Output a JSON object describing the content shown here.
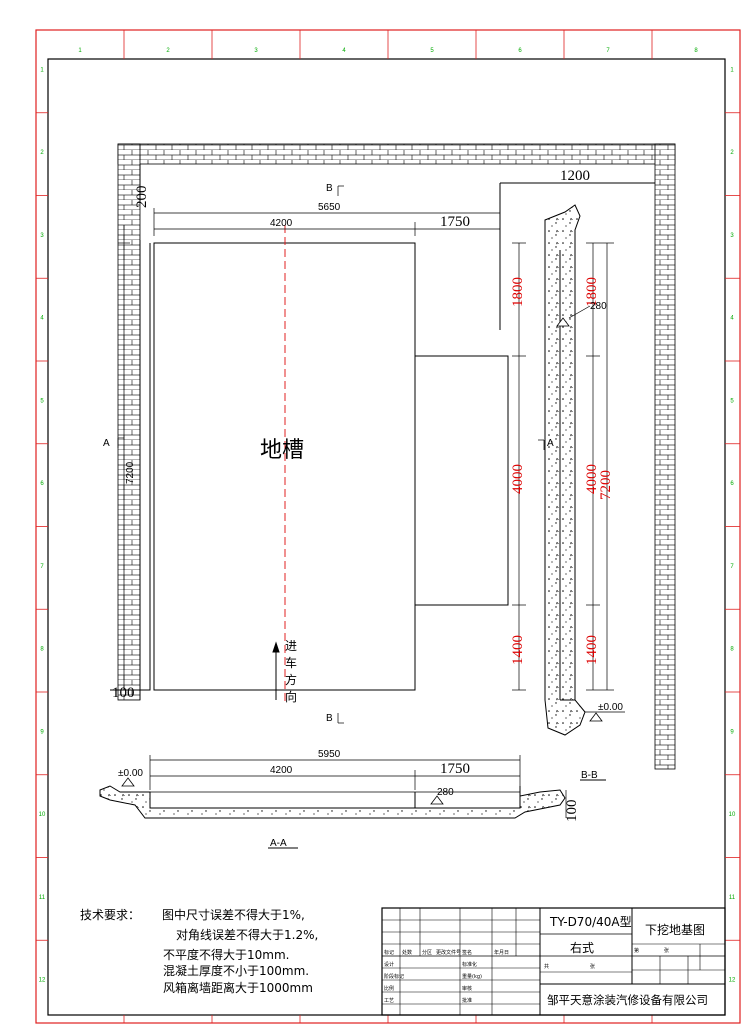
{
  "zone_numbers": {
    "top": [
      "1",
      "2",
      "3",
      "4",
      "5",
      "6",
      "7",
      "8"
    ],
    "side": [
      "1",
      "2",
      "3",
      "4",
      "5",
      "6",
      "7",
      "8",
      "9",
      "10",
      "11",
      "12"
    ]
  },
  "plan": {
    "pit_label": "地槽",
    "direction_label": [
      "进",
      "车",
      "方",
      "向"
    ],
    "section_mark_b": "B",
    "section_mark_a": "A",
    "dims_top": {
      "total": "5650",
      "pit_length": "4200",
      "rest": "1750",
      "wall_top": "200",
      "right_width": "1200",
      "left_height": "7200",
      "wall_left": "100"
    },
    "dims_right": {
      "top": "1800",
      "mid": "4000",
      "bottom": "1400",
      "total": "7200",
      "depth": "280",
      "level": "±0.00"
    }
  },
  "section_aa": {
    "title": "A-A",
    "total": "5950",
    "pit_length": "4200",
    "rest": "1750",
    "level": "±0.00",
    "depth": "280",
    "slab": "100"
  },
  "section_bb": {
    "title": "B-B"
  },
  "requirements": {
    "heading": "技术要求：",
    "lines": [
      "图中尺寸误差不得大于1%,",
      "对角线误差不得大于1.2%,",
      "不平度不得大于10mm.",
      "混凝土厚度不小于100mm.",
      "风箱离墙距离大于1000mm"
    ]
  },
  "title_block": {
    "model": "TY-D70/40A型",
    "variant": "右式",
    "drawing_name": "下挖地基图",
    "company": "邹平天意涂装汽修设备有限公司",
    "small_labels": [
      "标记",
      "处数",
      "分区",
      "更改文件号",
      "签名",
      "年月日",
      "设计",
      "标准化",
      "阶段标记",
      "重量(kg)",
      "比例",
      "审核",
      "工艺",
      "批准",
      "共",
      "张",
      "第",
      "张"
    ]
  }
}
